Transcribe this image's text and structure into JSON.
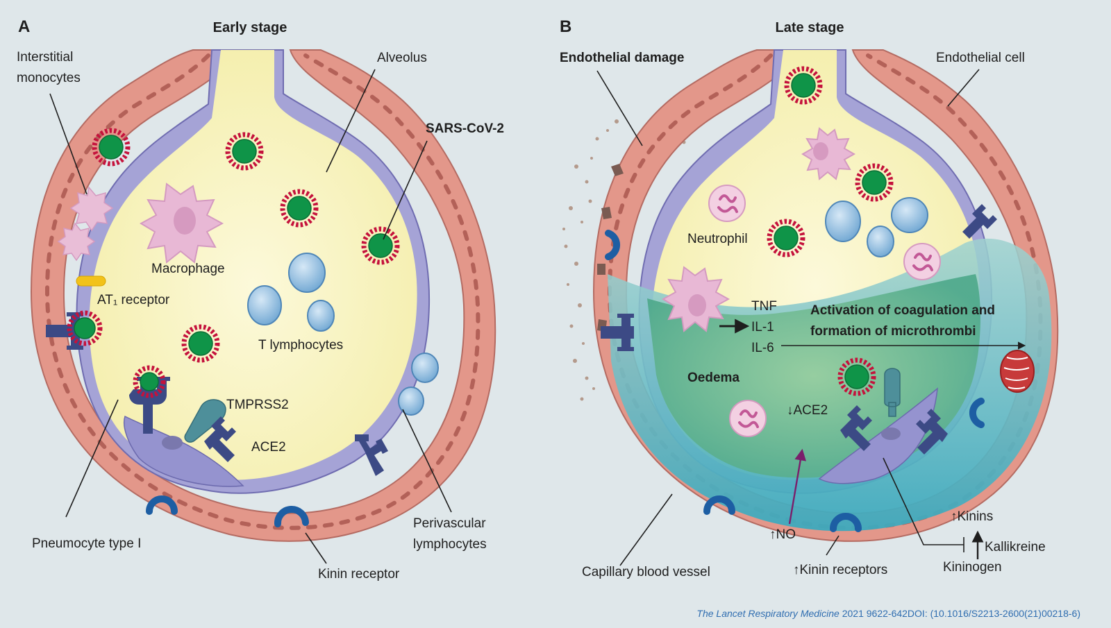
{
  "panel_a": {
    "letter": "A",
    "title": "Early stage",
    "labels": {
      "interstitial_monocytes": [
        "Interstitial",
        "monocytes"
      ],
      "alveolus": "Alveolus",
      "sars_cov_2": "SARS-CoV-2",
      "macrophage": "Macrophage",
      "at1_receptor": "AT₁ receptor",
      "t_lymphocytes": "T lymphocytes",
      "tmprss2": "TMPRSS2",
      "ace2": "ACE2",
      "pneumocyte_type_1": "Pneumocyte type I",
      "kinin_receptor": "Kinin receptor",
      "perivascular_lymphocytes": [
        "Perivascular",
        "lymphocytes"
      ]
    }
  },
  "panel_b": {
    "letter": "B",
    "title": "Late stage",
    "labels": {
      "endothelial_damage": "Endothelial damage",
      "endothelial_cell": "Endothelial cell",
      "neutrophil": "Neutrophil",
      "tnf": "TNF",
      "il1": "IL-1",
      "il6": "IL-6",
      "coagulation": [
        "Activation of coagulation and",
        "formation of microthrombi"
      ],
      "oedema": "Oedema",
      "ace2_down": "↓ACE2",
      "no_up": "↑NO",
      "kinins_up": "↑Kinins",
      "kallikreine": "Kallikreine",
      "kininogen": "Kininogen",
      "capillary_blood_vessel": "Capillary blood vessel",
      "kinin_receptors_up": "↑Kinin receptors"
    }
  },
  "citation": {
    "journal": "The Lancet Respiratory Medicine",
    "rest": " 2021 9622-642DOI: (10.1016/S2213-2600(21)00218-6)"
  },
  "colors": {
    "background": "#dfe7ea",
    "vessel": "#e3978a",
    "alveolus": "#f7f2bd",
    "epithelium": "#a5a3d6",
    "virus_core": "#0f9448",
    "virus_spike": "#c4123c",
    "receptor": "#3c4a85",
    "kinin_receptor": "#1d5ea3",
    "t_cell": "#7fb0d8",
    "macrophage": "#e8b8d5",
    "oedema": "#4fb0c2"
  }
}
